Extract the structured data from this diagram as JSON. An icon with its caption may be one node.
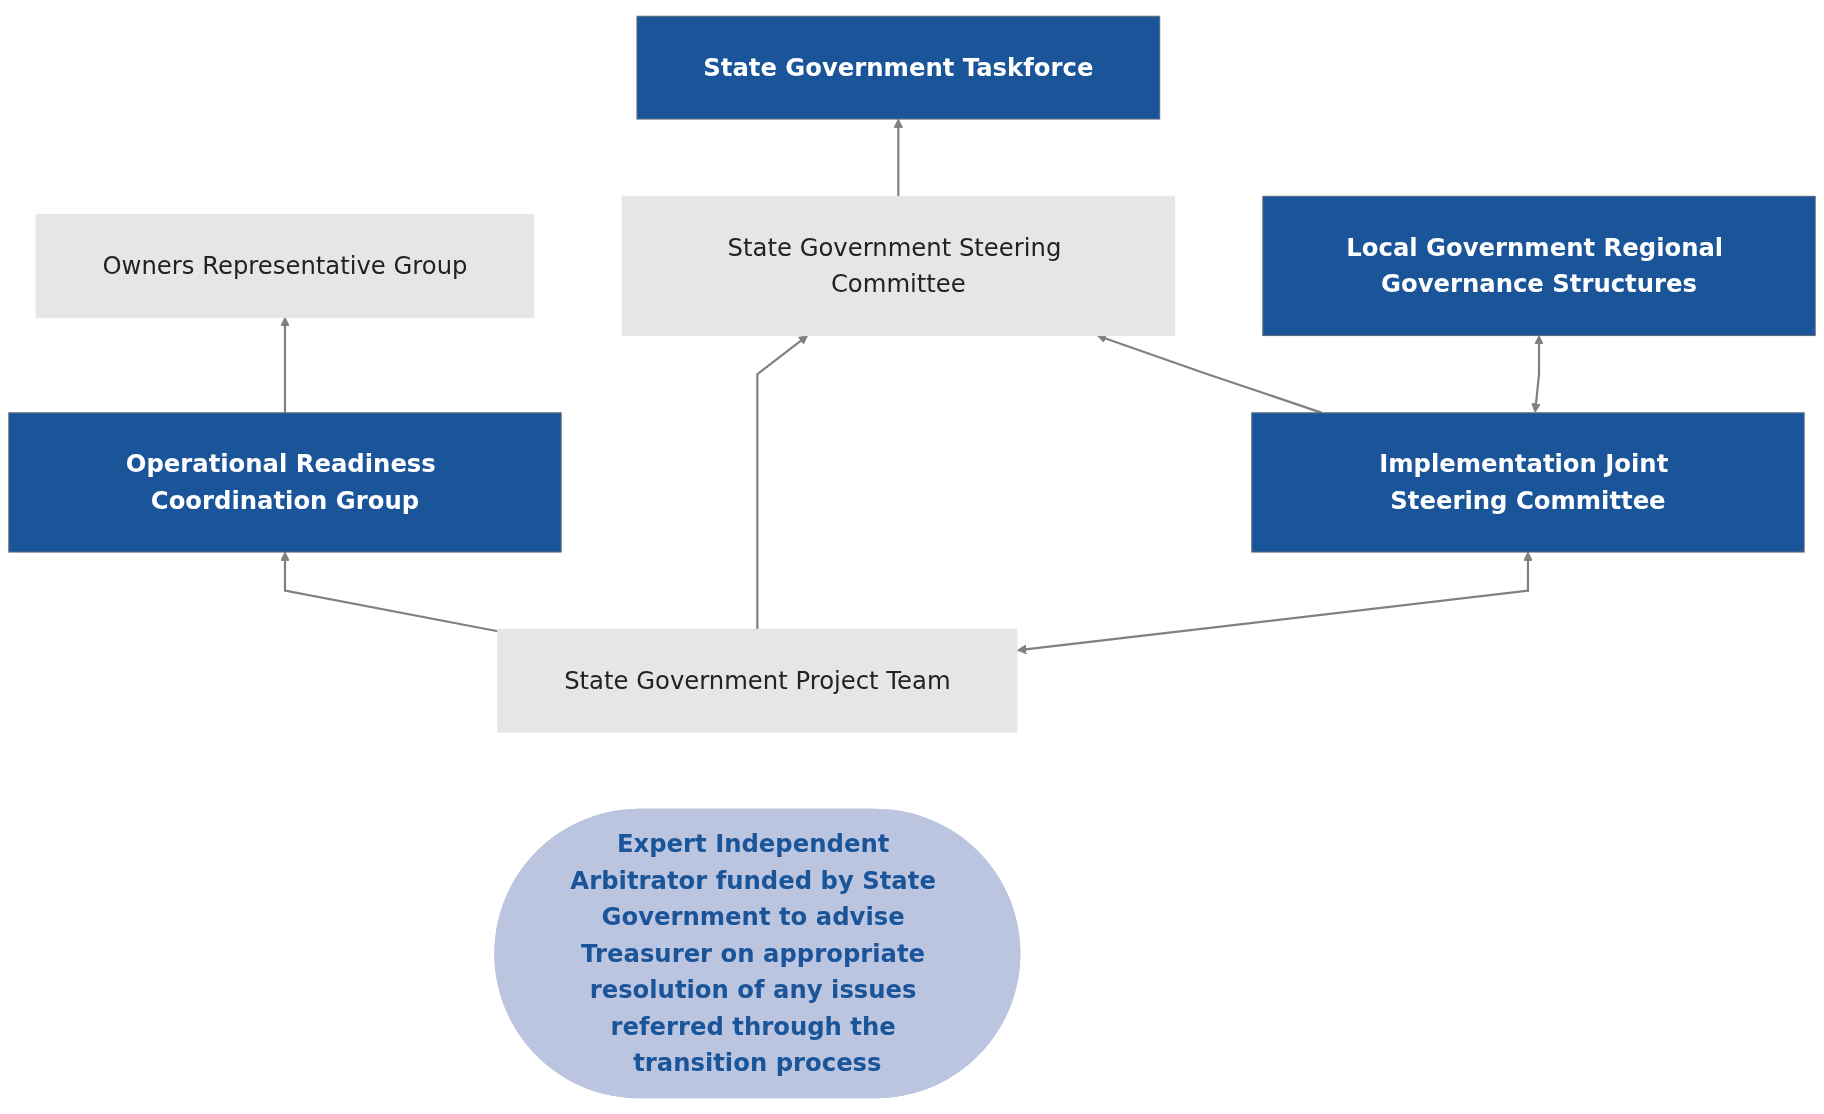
{
  "diagram": {
    "nodes": [
      {
        "text": [
          "State Government Taskforce"
        ]
      },
      {
        "text": [
          "Owners Representative Group"
        ]
      },
      {
        "text": [
          "State Government Steering Committee"
        ]
      },
      {
        "text": [
          "Operational Readiness Coordination Group"
        ]
      },
      {
        "text": [
          "State Government Project Team"
        ]
      },
      {
        "text": [
          "Implementation Joint Steering Committee"
        ]
      },
      {
        "text": [
          "Expert Independent Arbitrator funded by State Government to advise Treasurer on appropriate resolution of any issues referred through the transition process"
        ]
      },
      {
        "text": [
          "Local Government Regional Governance Structures"
        ]
      }
    ],
    "edges": [
      {
        "from": 2,
        "to": 0,
        "arrow": "to"
      },
      {
        "from": 3,
        "to": 1,
        "arrow": "to"
      },
      {
        "from": 4,
        "to": 2,
        "arrow": "to"
      },
      {
        "from": 4,
        "to": 3,
        "arrow": "to"
      },
      {
        "from": 4,
        "to": 5,
        "arrow": "both"
      },
      {
        "from": 5,
        "to": 2,
        "arrow": "to"
      },
      {
        "from": 5,
        "to": 7,
        "arrow": "both"
      }
    ]
  }
}
